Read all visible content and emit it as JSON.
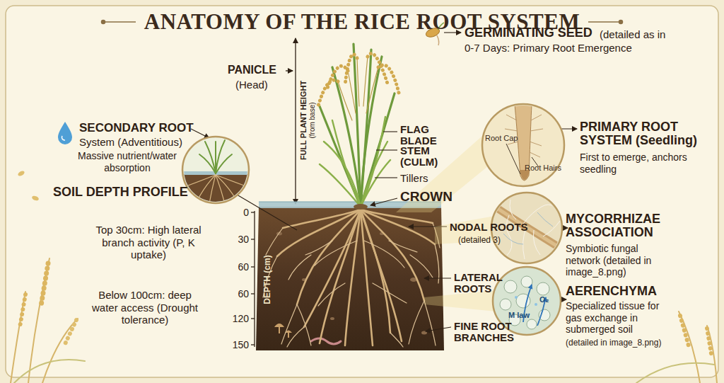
{
  "diagram": {
    "title": "ANATOMY OF THE RICE ROOT SYSTEM",
    "nodes": [
      {
        "text": [
          "Root Cap",
          "Root Hairs"
        ]
      },
      {
        "text": [
          "O₂",
          "M law"
        ]
      }
    ],
    "labels": [
      "PANICLE",
      "(Head)",
      "FULL PLANT HEIGHT",
      "(from base)",
      "GERMINATING SEED",
      "(detailed as in",
      "0-7 Days: Primary Root Emergence",
      "FLAG BLADE",
      "STEM (CULM)",
      "Tillers",
      "CROWN",
      "SECONDARY ROOT",
      "System (Adventitious)",
      "Massive nutrient/water absorption",
      "SOIL DEPTH PROFILE",
      "Top 30cm: High lateral branch activity (P, K uptake)",
      "Below 100cm: deep water access (Drought tolerance)",
      "DEPTH (cm)",
      "0",
      "30",
      "60",
      "60",
      "120",
      "150",
      "NODAL ROOTS",
      "(detailed 3)",
      "LATERAL ROOTS",
      "FINE ROOT BRANCHES",
      "PRIMARY ROOT SYSTEM (Seedling)",
      "First to emerge, anchors seedling",
      "MYCORRHIZAE ASSOCIATION",
      "Symbiotic fungal network (detailed in image_8.png)",
      "AERENCHYMA",
      "Specialized tissue for gas exchange in submerged soil",
      "(detailed in image_8.png)"
    ]
  }
}
